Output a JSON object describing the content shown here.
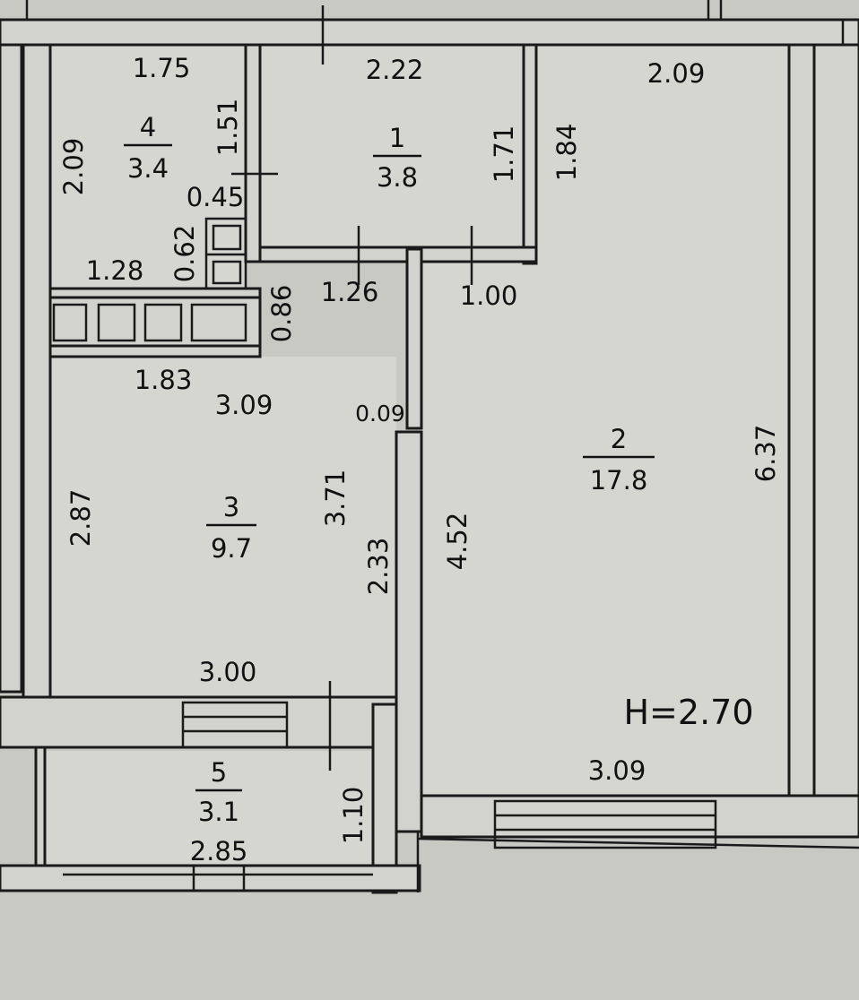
{
  "rooms": [
    {
      "number": "1",
      "area": "3.8"
    },
    {
      "number": "2",
      "area": "17.8"
    },
    {
      "number": "3",
      "area": "9.7"
    },
    {
      "number": "4",
      "area": "3.4"
    },
    {
      "number": "5",
      "area": "3.1"
    }
  ],
  "dimensions": {
    "d_1_75": "1.75",
    "d_2_22": "2.22",
    "d_2_09_top": "2.09",
    "d_2_09_left": "2.09",
    "d_1_51": "1.51",
    "d_1_71": "1.71",
    "d_1_84": "1.84",
    "d_0_45": "0.45",
    "d_0_62": "0.62",
    "d_1_28": "1.28",
    "d_0_86": "0.86",
    "d_1_26": "1.26",
    "d_1_00": "1.00",
    "d_1_83": "1.83",
    "d_3_09_left": "3.09",
    "d_0_09": "0.09",
    "d_2_87": "2.87",
    "d_3_71": "3.71",
    "d_2_33": "2.33",
    "d_4_52": "4.52",
    "d_6_37": "6.37",
    "d_3_00": "3.00",
    "d_3_09_bottom": "3.09",
    "d_1_10": "1.10",
    "d_2_85": "2.85"
  },
  "ceiling_height": "H=2.70",
  "colors": {
    "paper": "#c9c9c4",
    "ink": "#1a1a1a",
    "floor": "#d6d6d1"
  }
}
